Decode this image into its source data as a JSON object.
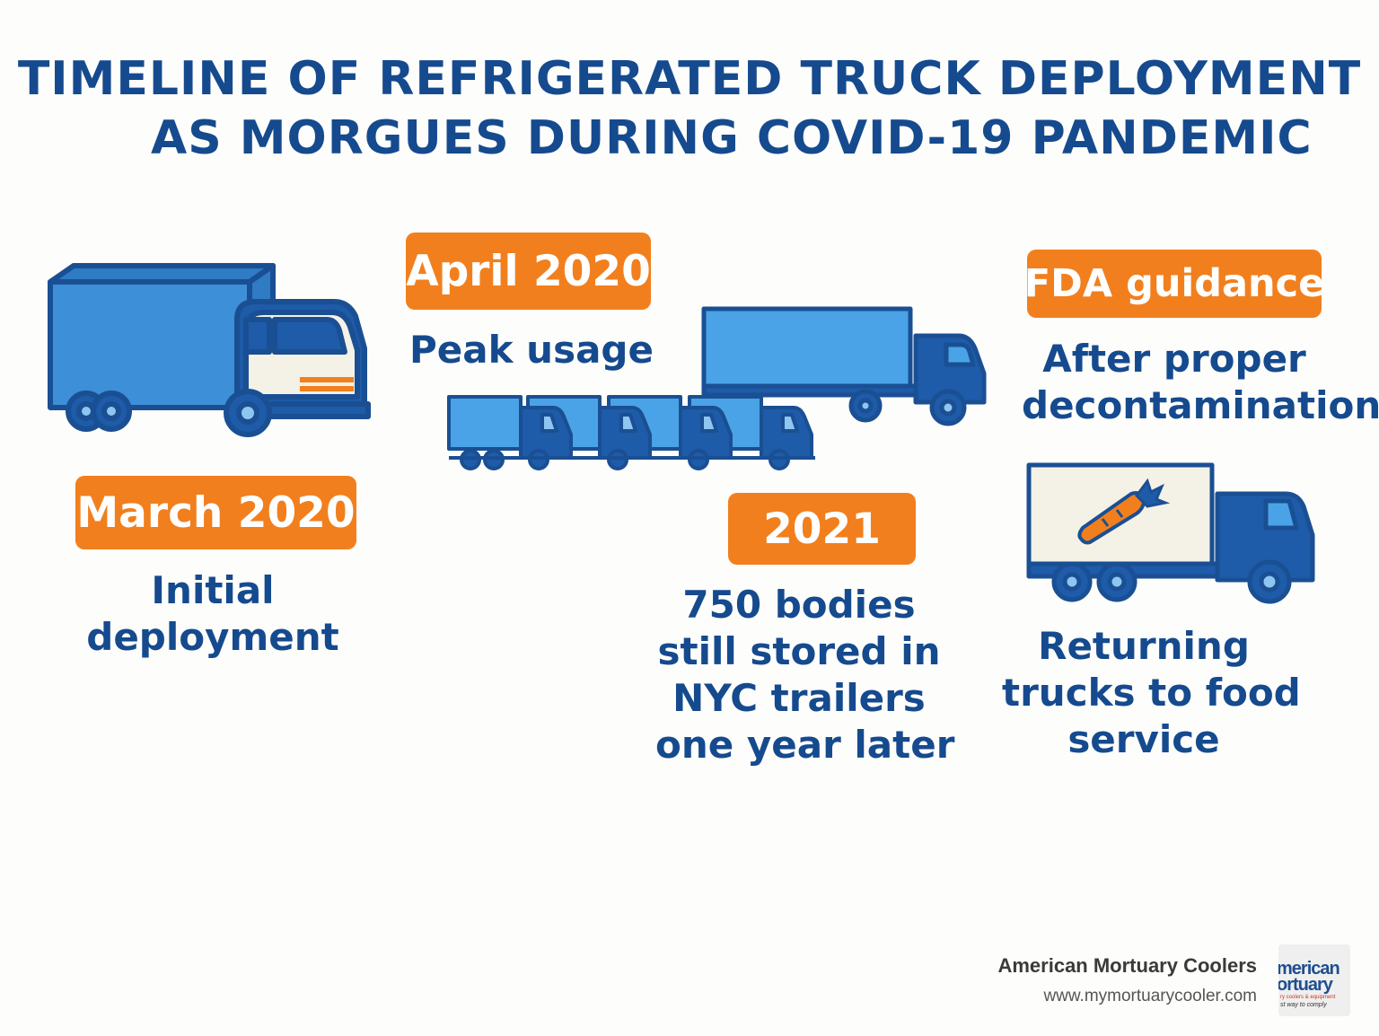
{
  "title": {
    "line1": "TIMELINE OF REFRIGERATED TRUCK DEPLOYMENT",
    "line2": "AS MORGUES DURING COVID-19 PANDEMIC"
  },
  "events": [
    {
      "date": "March 2020",
      "lines": [
        "Initial",
        "deployment"
      ]
    },
    {
      "date": "April 2020",
      "lines": [
        "Peak usage"
      ]
    },
    {
      "date": "2021",
      "lines": [
        "750 bodies",
        "still stored in",
        "NYC trailers",
        "one year later"
      ]
    },
    {
      "date": "FDA guidance",
      "lines": [
        "After proper",
        "decontamination"
      ]
    },
    {
      "date": "",
      "lines": [
        "Returning",
        "trucks to food",
        "service"
      ]
    }
  ],
  "footer": {
    "company": "American Mortuary Coolers",
    "url": "www.mymortuarycooler.com",
    "logo_text_1": "merican",
    "logo_text_2": "ortuary",
    "logo_text_3": "ry coolers & equipment",
    "logo_text_4": "st way to comply"
  },
  "colors": {
    "navy": "#154a8e",
    "truck_blue": "#4aa3e6",
    "truck_dark": "#1e5ba8",
    "orange": "#f27f1d"
  },
  "icons": [
    "box-truck-icon",
    "semi-truck-icon",
    "truck-fleet-icon",
    "food-truck-icon",
    "carrot-icon"
  ]
}
